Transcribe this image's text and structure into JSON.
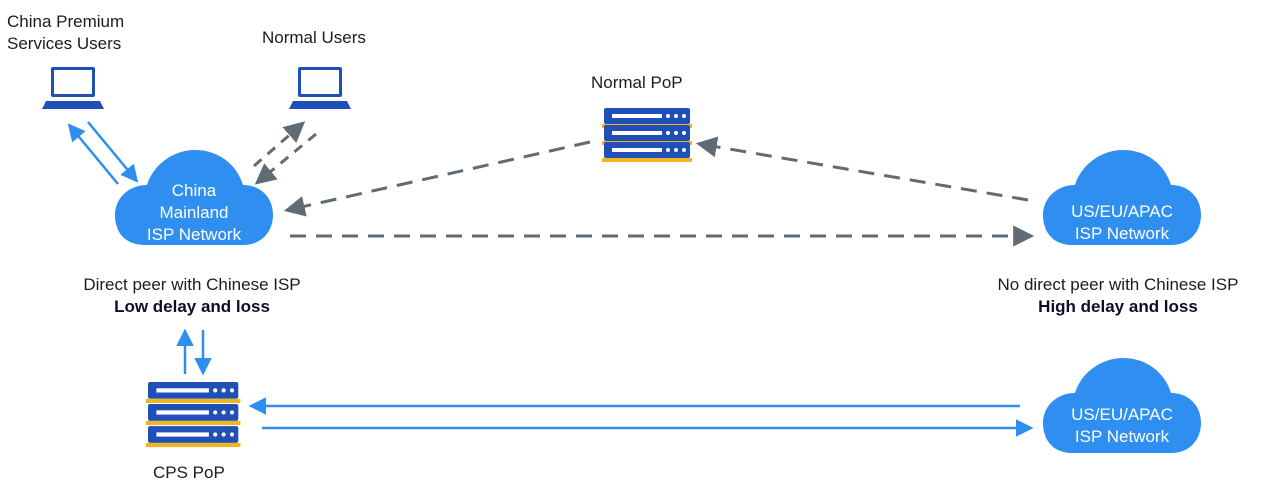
{
  "users": {
    "premium_label_line1": "China Premium",
    "premium_label_line2": "Services Users",
    "normal_label": "Normal Users"
  },
  "pops": {
    "normal_label": "Normal PoP",
    "cps_label": "CPS PoP"
  },
  "clouds": {
    "china": {
      "line1": "China",
      "line2": "Mainland",
      "line3": "ISP Network"
    },
    "overseas_top": {
      "line1": "US/EU/APAC",
      "line2": "ISP Network"
    },
    "overseas_bottom": {
      "line1": "US/EU/APAC",
      "line2": "ISP Network"
    }
  },
  "captions": {
    "china_line1": "Direct peer with Chinese ISP",
    "china_line2": "Low delay and loss",
    "overseas_line1": "No direct peer with Chinese ISP",
    "overseas_line2": "High delay and loss"
  },
  "colors": {
    "blue": "#2e8ff0",
    "dark_gray": "#5f6b75",
    "server_navy": "#1f4fb7",
    "server_gold": "#f0b521"
  }
}
